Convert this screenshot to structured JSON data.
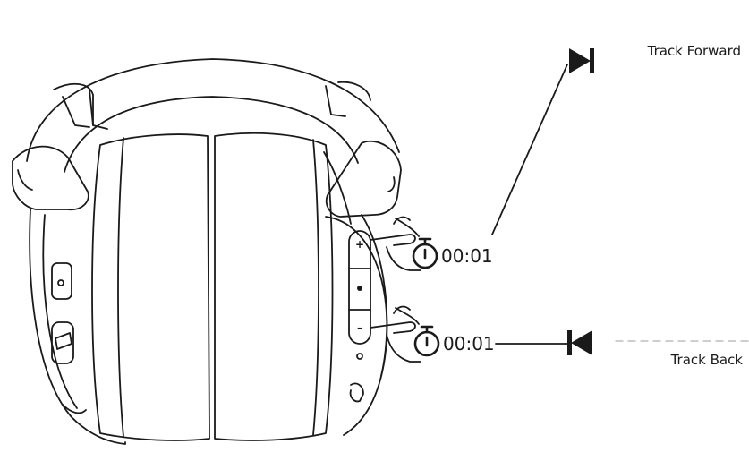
{
  "labels": {
    "track_forward": "Track Forward",
    "track_back": "Track Back"
  },
  "timers": {
    "upper": "00:01",
    "lower": "00:01"
  },
  "buttons": {
    "plus_symbol": "+",
    "minus_symbol": "–"
  },
  "icons": {
    "forward": "track-forward-icon",
    "back": "track-back-icon",
    "stopwatch": "stopwatch-icon",
    "hand": "pointing-hand-icon"
  },
  "colors": {
    "line": "#1a1a1a",
    "background": "#ffffff",
    "dashed": "#b0b0b0"
  }
}
